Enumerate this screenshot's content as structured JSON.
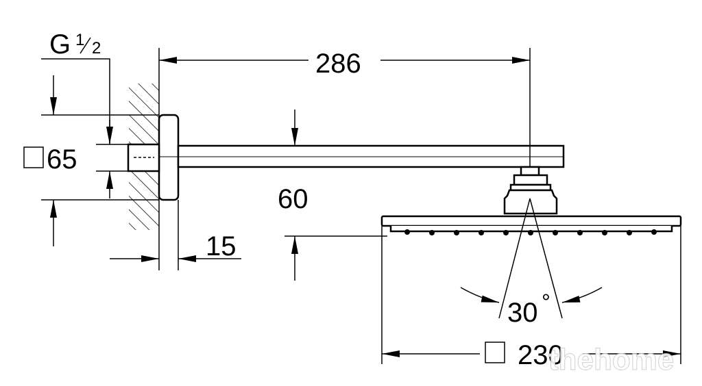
{
  "drawing": {
    "thread_label": "G",
    "thread_fraction_num": "1",
    "thread_fraction_den": "2",
    "dim_arm_length": "286",
    "dim_flange": "65",
    "dim_drop": "60",
    "dim_flange_depth": "15",
    "dim_tilt": "30",
    "degree_symbol": "°",
    "dim_head": "230"
  },
  "watermark": "thehome"
}
